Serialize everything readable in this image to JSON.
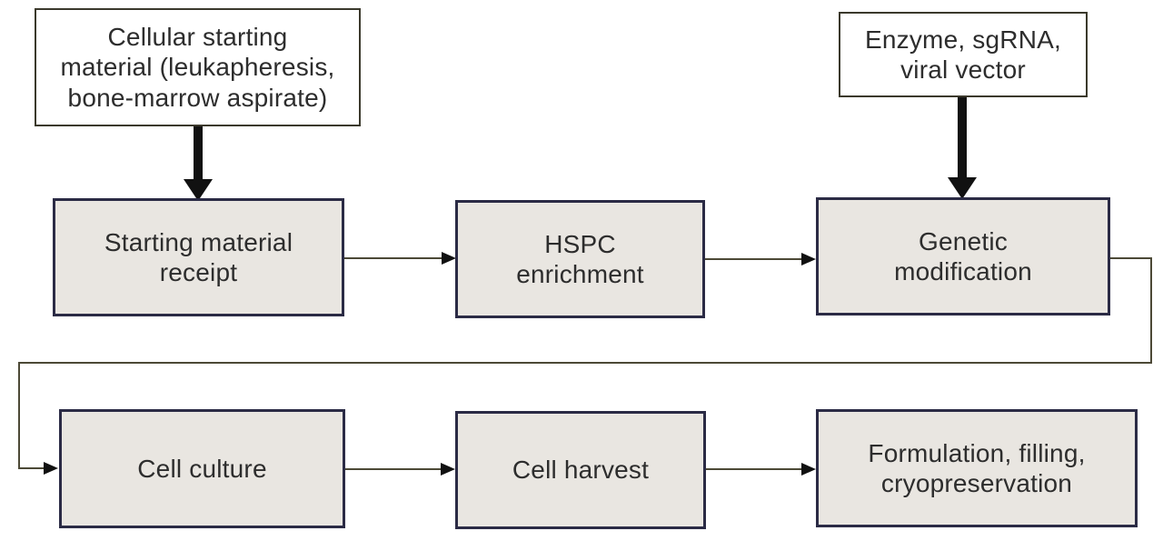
{
  "diagram": {
    "type": "flowchart",
    "inputs": [
      {
        "id": "cellular-starting-material",
        "label": "Cellular starting\nmaterial (leukapheresis,\nbone-marrow aspirate)"
      },
      {
        "id": "enzyme-sgrna-viral-vector",
        "label": "Enzyme, sgRNA,\nviral vector"
      }
    ],
    "steps": [
      {
        "id": "starting-material-receipt",
        "label": "Starting material\nreceipt"
      },
      {
        "id": "hspc-enrichment",
        "label": "HSPC\nenrichment"
      },
      {
        "id": "genetic-modification",
        "label": "Genetic\nmodification"
      },
      {
        "id": "cell-culture",
        "label": "Cell culture"
      },
      {
        "id": "cell-harvest",
        "label": "Cell harvest"
      },
      {
        "id": "formulation-filling-cryopreservation",
        "label": "Formulation, filling,\ncryopreservation"
      }
    ],
    "connections": [
      {
        "from": "cellular-starting-material",
        "to": "starting-material-receipt",
        "style": "thick-arrow"
      },
      {
        "from": "enzyme-sgrna-viral-vector",
        "to": "genetic-modification",
        "style": "thick-arrow"
      },
      {
        "from": "starting-material-receipt",
        "to": "hspc-enrichment",
        "style": "thin-arrow"
      },
      {
        "from": "hspc-enrichment",
        "to": "genetic-modification",
        "style": "thin-arrow"
      },
      {
        "from": "genetic-modification",
        "to": "cell-culture",
        "style": "thin-arrow-wraparound"
      },
      {
        "from": "cell-culture",
        "to": "cell-harvest",
        "style": "thin-arrow"
      },
      {
        "from": "cell-harvest",
        "to": "formulation-filling-cryopreservation",
        "style": "thin-arrow"
      }
    ],
    "colors": {
      "process_fill": "#e9e6e1",
      "process_border": "#2b2b45",
      "input_fill": "#ffffff",
      "input_border": "#3b392c",
      "connector_line": "#4c4936",
      "arrowhead": "#111111",
      "text": "#2d2d2d",
      "background": "#ffffff"
    }
  }
}
